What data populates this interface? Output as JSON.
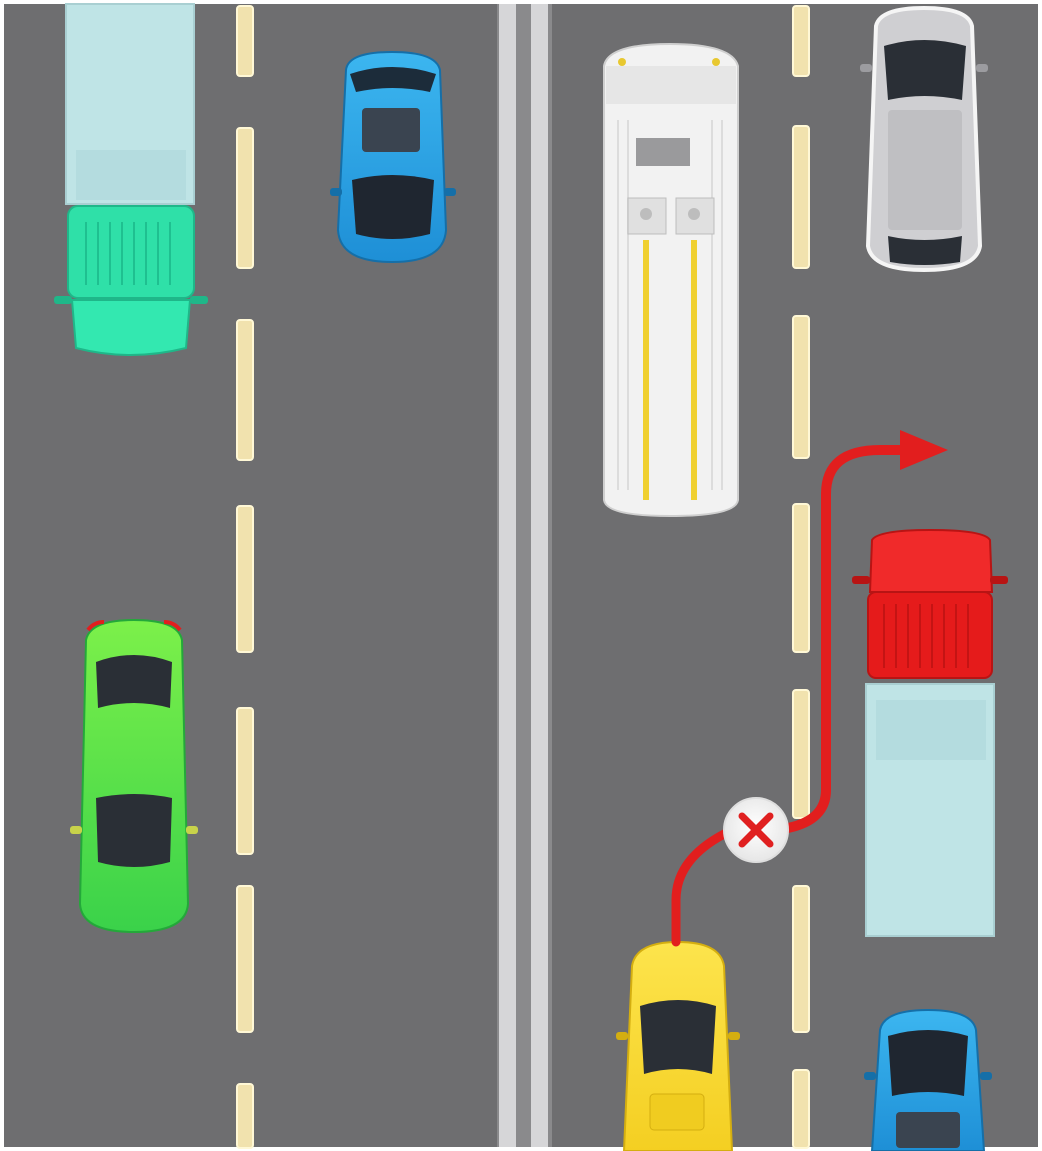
{
  "scene": {
    "description_type": "road-overtaking-illustration",
    "road_color": "#6e6e70",
    "lane_marking_color": "#f3e6b5",
    "median_color": "#cfcfd2",
    "maneuver_arrow_color": "#e21e1e",
    "prohibited_marker": {
      "icon": "close-icon",
      "color": "#e02020"
    },
    "vehicles": [
      {
        "id": "teal-truck",
        "kind": "truck",
        "cab_color": "#2fe0a8",
        "cargo_color": "#bfe4e6",
        "direction": "down"
      },
      {
        "id": "blue-car-top-left",
        "kind": "car",
        "color": "#2aa6e6",
        "direction": "down"
      },
      {
        "id": "green-car",
        "kind": "car",
        "color": "#4de84a",
        "direction": "down"
      },
      {
        "id": "white-bus",
        "kind": "bus",
        "color": "#f2f2f2",
        "direction": "up"
      },
      {
        "id": "silver-car",
        "kind": "car",
        "color": "#c9c9cc",
        "direction": "up"
      },
      {
        "id": "red-truck",
        "kind": "truck",
        "cab_color": "#e51b1b",
        "cargo_color": "#bfe4e6",
        "direction": "up"
      },
      {
        "id": "yellow-car",
        "kind": "car",
        "color": "#f7dc3a",
        "direction": "up"
      },
      {
        "id": "blue-car-bottom-right",
        "kind": "car",
        "color": "#2aa6e6",
        "direction": "up"
      }
    ]
  }
}
